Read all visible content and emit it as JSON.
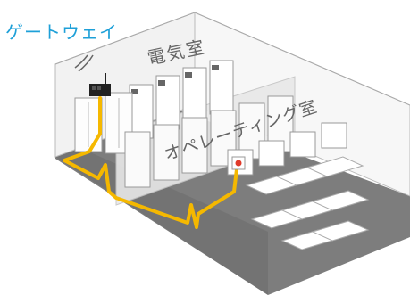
{
  "labels": {
    "gateway": "ゲートウェイ",
    "electric_room": "電気室",
    "operating_room": "オペレーティング室"
  },
  "colors": {
    "accent_blue": "#1ea0d8",
    "cable_yellow": "#f5b800",
    "floor_gray": "#7a7a7a",
    "wall_light": "#eeeeee",
    "text_gray": "#666666",
    "alert_red": "#e03a2a"
  },
  "icons": {
    "wireless": "wireless-signal-icon",
    "gateway_device": "gateway-device-icon",
    "sensor": "sensor-device-icon"
  }
}
